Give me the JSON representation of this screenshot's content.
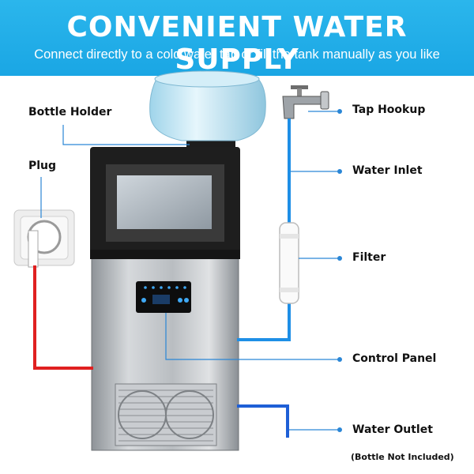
{
  "banner": {
    "title": "CONVENIENT WATER SUPPLY",
    "subtitle": "Connect directly to a cold water tap or fill the tank manually as you like"
  },
  "callouts": {
    "bottle_holder": "Bottle Holder",
    "plug": "Plug",
    "tap_hookup": "Tap Hookup",
    "water_inlet": "Water Inlet",
    "filter": "Filter",
    "control_panel": "Control Panel",
    "water_outlet": "Water Outlet"
  },
  "note": "(Bottle Not Included)",
  "colors": {
    "banner": "#1aa6e4",
    "water_line": "#1e8fe6",
    "power_line": "#e02020",
    "leader_line": "#2a86d6"
  }
}
